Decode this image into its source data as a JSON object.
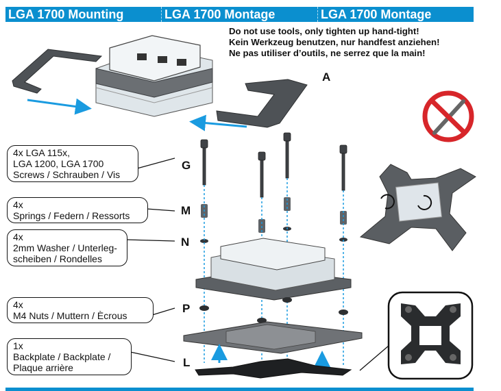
{
  "header": {
    "col1": "LGA 1700 Mounting",
    "col2": "LGA 1700 Montage",
    "col3": "LGA 1700 Montage"
  },
  "warning": {
    "en": "Do not use tools, only tighten up hand-tight!",
    "de": "Kein Werkzeug benutzen, nur handfest anziehen!",
    "fr": "Ne pas utiliser d’outils, ne serrez que la main!"
  },
  "labels": {
    "A": "A",
    "G": "G",
    "M": "M",
    "N": "N",
    "P": "P",
    "L": "L"
  },
  "callouts": {
    "screws": [
      "4x LGA 115x,",
      "LGA 1200, LGA 1700",
      "Screws / Schrauben / Vis"
    ],
    "springs": [
      "4x",
      "Springs / Federn / Ressorts"
    ],
    "washers": [
      "4x",
      "2mm Washer / Unterleg-",
      "scheiben / Rondelles"
    ],
    "nuts": [
      "4x",
      "M4 Nuts / Muttern / Ècrous"
    ],
    "backplate": [
      "1x",
      "Backplate / Backplate /",
      "Plaque arrière"
    ]
  },
  "colors": {
    "accent": "#0b8fcf",
    "no_tools_red": "#d7262a",
    "metal_dark": "#55585c",
    "metal_light": "#8d9094",
    "arrow_blue": "#1a9be0"
  },
  "icons": {
    "no_tools": "no-tools-sign-icon",
    "rotate": "rotate-arrow-icon",
    "arrow": "push-arrow-icon"
  }
}
